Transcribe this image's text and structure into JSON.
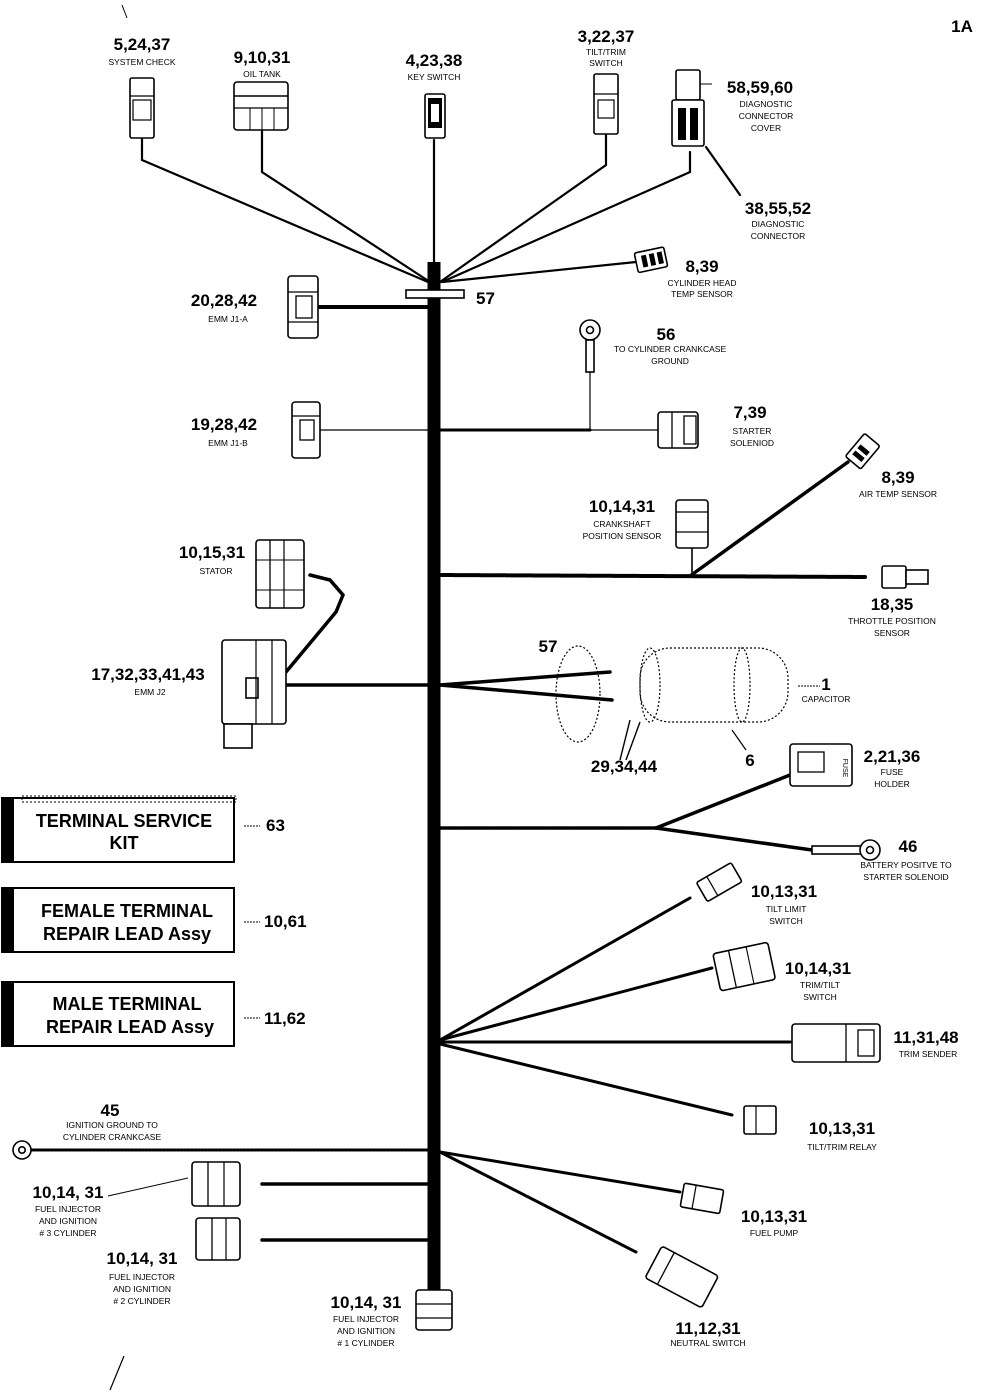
{
  "page_label": "1A",
  "components": {
    "system_check": {
      "ref": "5,24,37",
      "name": [
        "SYSTEM CHECK"
      ]
    },
    "oil_tank": {
      "ref": "9,10,31",
      "name": [
        "OIL TANK"
      ]
    },
    "key_switch": {
      "ref": "4,23,38",
      "name": [
        "KEY SWITCH"
      ]
    },
    "tilt_trim_switch_top": {
      "ref": "3,22,37",
      "name": [
        "TILT/TRIM",
        "SWITCH"
      ]
    },
    "diagnostic_cover": {
      "ref": "58,59,60",
      "name": [
        "DIAGNOSTIC",
        "CONNECTOR",
        "COVER"
      ]
    },
    "diagnostic_connector": {
      "ref": "38,55,52",
      "name": [
        "DIAGNOSTIC",
        "CONNECTOR"
      ]
    },
    "cyl_head_temp": {
      "ref": "8,39",
      "name": [
        "CYLINDER HEAD",
        "TEMP SENSOR"
      ]
    },
    "harness_clamp_top": {
      "ref": "57"
    },
    "emm_j1a": {
      "ref": "20,28,42",
      "name": [
        "EMM J1-A"
      ]
    },
    "crankcase_ground": {
      "ref": "56",
      "name": [
        "TO CYLINDER CRANKCASE",
        "GROUND"
      ]
    },
    "emm_j1b": {
      "ref": "19,28,42",
      "name": [
        "EMM J1-B"
      ]
    },
    "starter_solenoid": {
      "ref": "7,39",
      "name": [
        "STARTER",
        "SOLENIOD"
      ]
    },
    "air_temp": {
      "ref": "8,39",
      "name": [
        "AIR TEMP SENSOR"
      ]
    },
    "crankshaft_sensor": {
      "ref": "10,14,31",
      "name": [
        "CRANKSHAFT",
        "POSITION SENSOR"
      ]
    },
    "stator": {
      "ref": "10,15,31",
      "name": [
        "STATOR"
      ]
    },
    "throttle_sensor": {
      "ref": "18,35",
      "name": [
        "THROTTLE POSITION",
        "SENSOR"
      ]
    },
    "capacitor_clamp": {
      "ref": "57"
    },
    "emm_j2": {
      "ref": "17,32,33,41,43",
      "name": [
        "EMM J2"
      ]
    },
    "capacitor": {
      "ref": "1",
      "name": [
        "CAPACITOR"
      ]
    },
    "capacitor_leads": {
      "ref": "29,34,44"
    },
    "capacitor_bracket": {
      "ref": "6"
    },
    "fuse_holder": {
      "ref": "2,21,36",
      "name": [
        "FUSE",
        "HOLDER"
      ],
      "fuse_text": "FUSE"
    },
    "battery_positive": {
      "ref": "46",
      "name": [
        "BATTERY POSITVE TO",
        "STARTER SOLENOID"
      ]
    },
    "tilt_limit": {
      "ref": "10,13,31",
      "name": [
        "TILT LIMIT",
        "SWITCH"
      ]
    },
    "trim_tilt_switch": {
      "ref": "10,14,31",
      "name": [
        "TRIM/TILT",
        "SWITCH"
      ]
    },
    "trim_sender": {
      "ref": "11,31,48",
      "name": [
        "TRIM SENDER"
      ]
    },
    "tilt_trim_relay": {
      "ref": "10,13,31",
      "name": [
        "TILT/TRIM RELAY"
      ]
    },
    "ignition_ground": {
      "ref": "45",
      "name": [
        "IGNITION GROUND TO",
        "CYLINDER CRANKCASE"
      ]
    },
    "injector_3": {
      "ref": "10,14, 31",
      "name": [
        "FUEL INJECTOR",
        "AND IGNITION",
        "# 3 CYLINDER"
      ]
    },
    "fuel_pump": {
      "ref": "10,13,31",
      "name": [
        "FUEL PUMP"
      ]
    },
    "injector_2": {
      "ref": "10,14, 31",
      "name": [
        "FUEL INJECTOR",
        "AND IGNITION",
        "# 2 CYLINDER"
      ]
    },
    "neutral_switch": {
      "ref": "11,12,31",
      "name": [
        "NEUTRAL SWITCH"
      ]
    },
    "injector_1": {
      "ref": "10,14, 31",
      "name": [
        "FUEL INJECTOR",
        "AND IGNITION",
        "# 1 CYLINDER"
      ]
    }
  },
  "kits": [
    {
      "lines": [
        "TERMINAL SERVICE",
        "KIT"
      ],
      "ref": "63"
    },
    {
      "lines": [
        "FEMALE TERMINAL",
        "REPAIR LEAD Assy"
      ],
      "ref": "10,61"
    },
    {
      "lines": [
        "MALE TERMINAL",
        "REPAIR LEAD Assy"
      ],
      "ref": "11,62"
    }
  ]
}
